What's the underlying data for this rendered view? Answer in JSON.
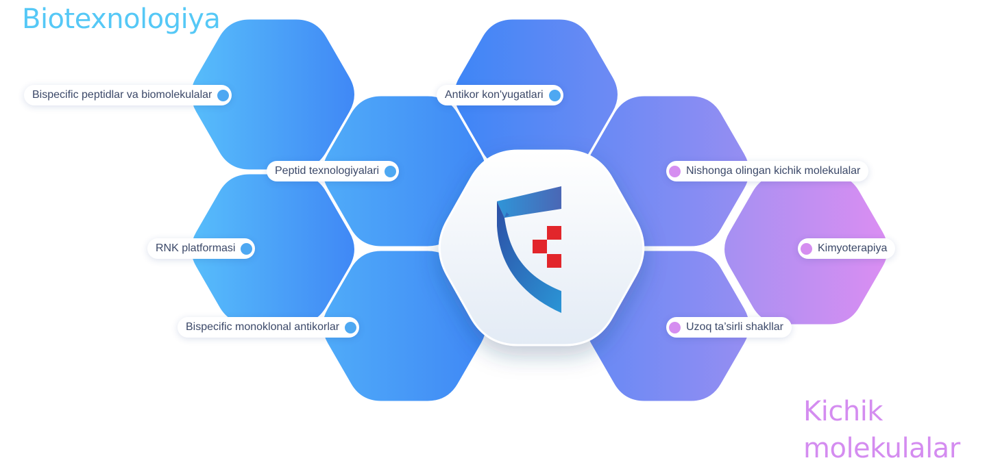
{
  "titles": {
    "left": "Biotexnologiya",
    "right_line1": "Kichik",
    "right_line2": "molekulalar"
  },
  "colors": {
    "biotech_light": "#58bffb",
    "biotech_dark": "#3f86f5",
    "small_molecule_light": "#8d90f3",
    "small_molecule_pink": "#d98cf2",
    "biotech_dot": "#4ea8f2",
    "small_molecule_dot": "#d58ef0",
    "logo_red": "#e2262b",
    "logo_blue": "#2d6ec0"
  },
  "labels": {
    "bispecific_peptides": "Bispecific peptidlar va biomolekulalar",
    "antibody_conjugates": "Antikor kon'yugatlari",
    "peptide_tech": "Peptid texnologiyalari",
    "targeted_small": "Nishonga olingan kichik molekulalar",
    "rna_platform": "RNK platformasi",
    "chemotherapy": "Kimyoterapiya",
    "bispecific_mab": "Bispecific monoklonal antikorlar",
    "long_acting": "Uzoq ta’sirli shakllar"
  },
  "icons": {
    "center_logo": "shield-logo-icon",
    "label_marker": "dot-icon"
  }
}
